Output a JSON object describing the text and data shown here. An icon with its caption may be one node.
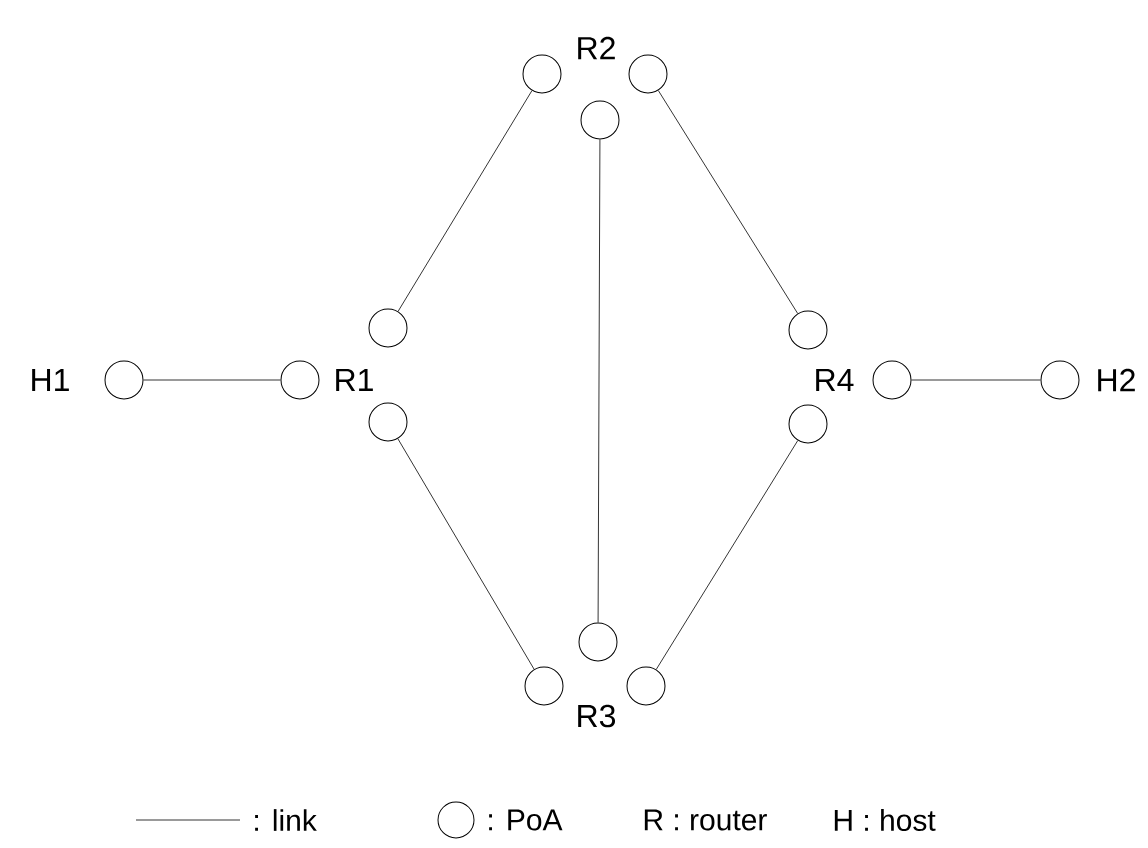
{
  "diagram": {
    "nodes": [
      {
        "text": [],
        "shape": "circle"
      },
      {
        "text": [],
        "shape": "circle"
      },
      {
        "text": [],
        "shape": "circle"
      },
      {
        "text": [],
        "shape": "circle"
      },
      {
        "text": [],
        "shape": "circle"
      },
      {
        "text": [],
        "shape": "circle"
      },
      {
        "text": [],
        "shape": "circle"
      },
      {
        "text": [],
        "shape": "circle"
      },
      {
        "text": [],
        "shape": "circle"
      },
      {
        "text": [],
        "shape": "circle"
      },
      {
        "text": [],
        "shape": "circle"
      },
      {
        "text": [],
        "shape": "circle"
      },
      {
        "text": [],
        "shape": "circle"
      },
      {
        "text": [],
        "shape": "circle"
      }
    ],
    "edges": [
      {
        "from": 5,
        "to": 6,
        "arrow": "none"
      },
      {
        "from": 3,
        "to": 0,
        "arrow": "none"
      },
      {
        "from": 9,
        "to": 12,
        "arrow": "none"
      },
      {
        "from": 2,
        "to": 11,
        "arrow": "none"
      },
      {
        "from": 1,
        "to": 4,
        "arrow": "none"
      },
      {
        "from": 13,
        "to": 10,
        "arrow": "none"
      },
      {
        "from": 7,
        "to": 8,
        "arrow": "none"
      }
    ],
    "labels": [
      "R2",
      "H1",
      "R1",
      "R4",
      "H2",
      "R3"
    ],
    "legend": [
      {
        "text": ": link"
      },
      {
        "text": ": PoA"
      },
      {
        "text": "R : router"
      },
      {
        "text": "H : host"
      }
    ]
  }
}
